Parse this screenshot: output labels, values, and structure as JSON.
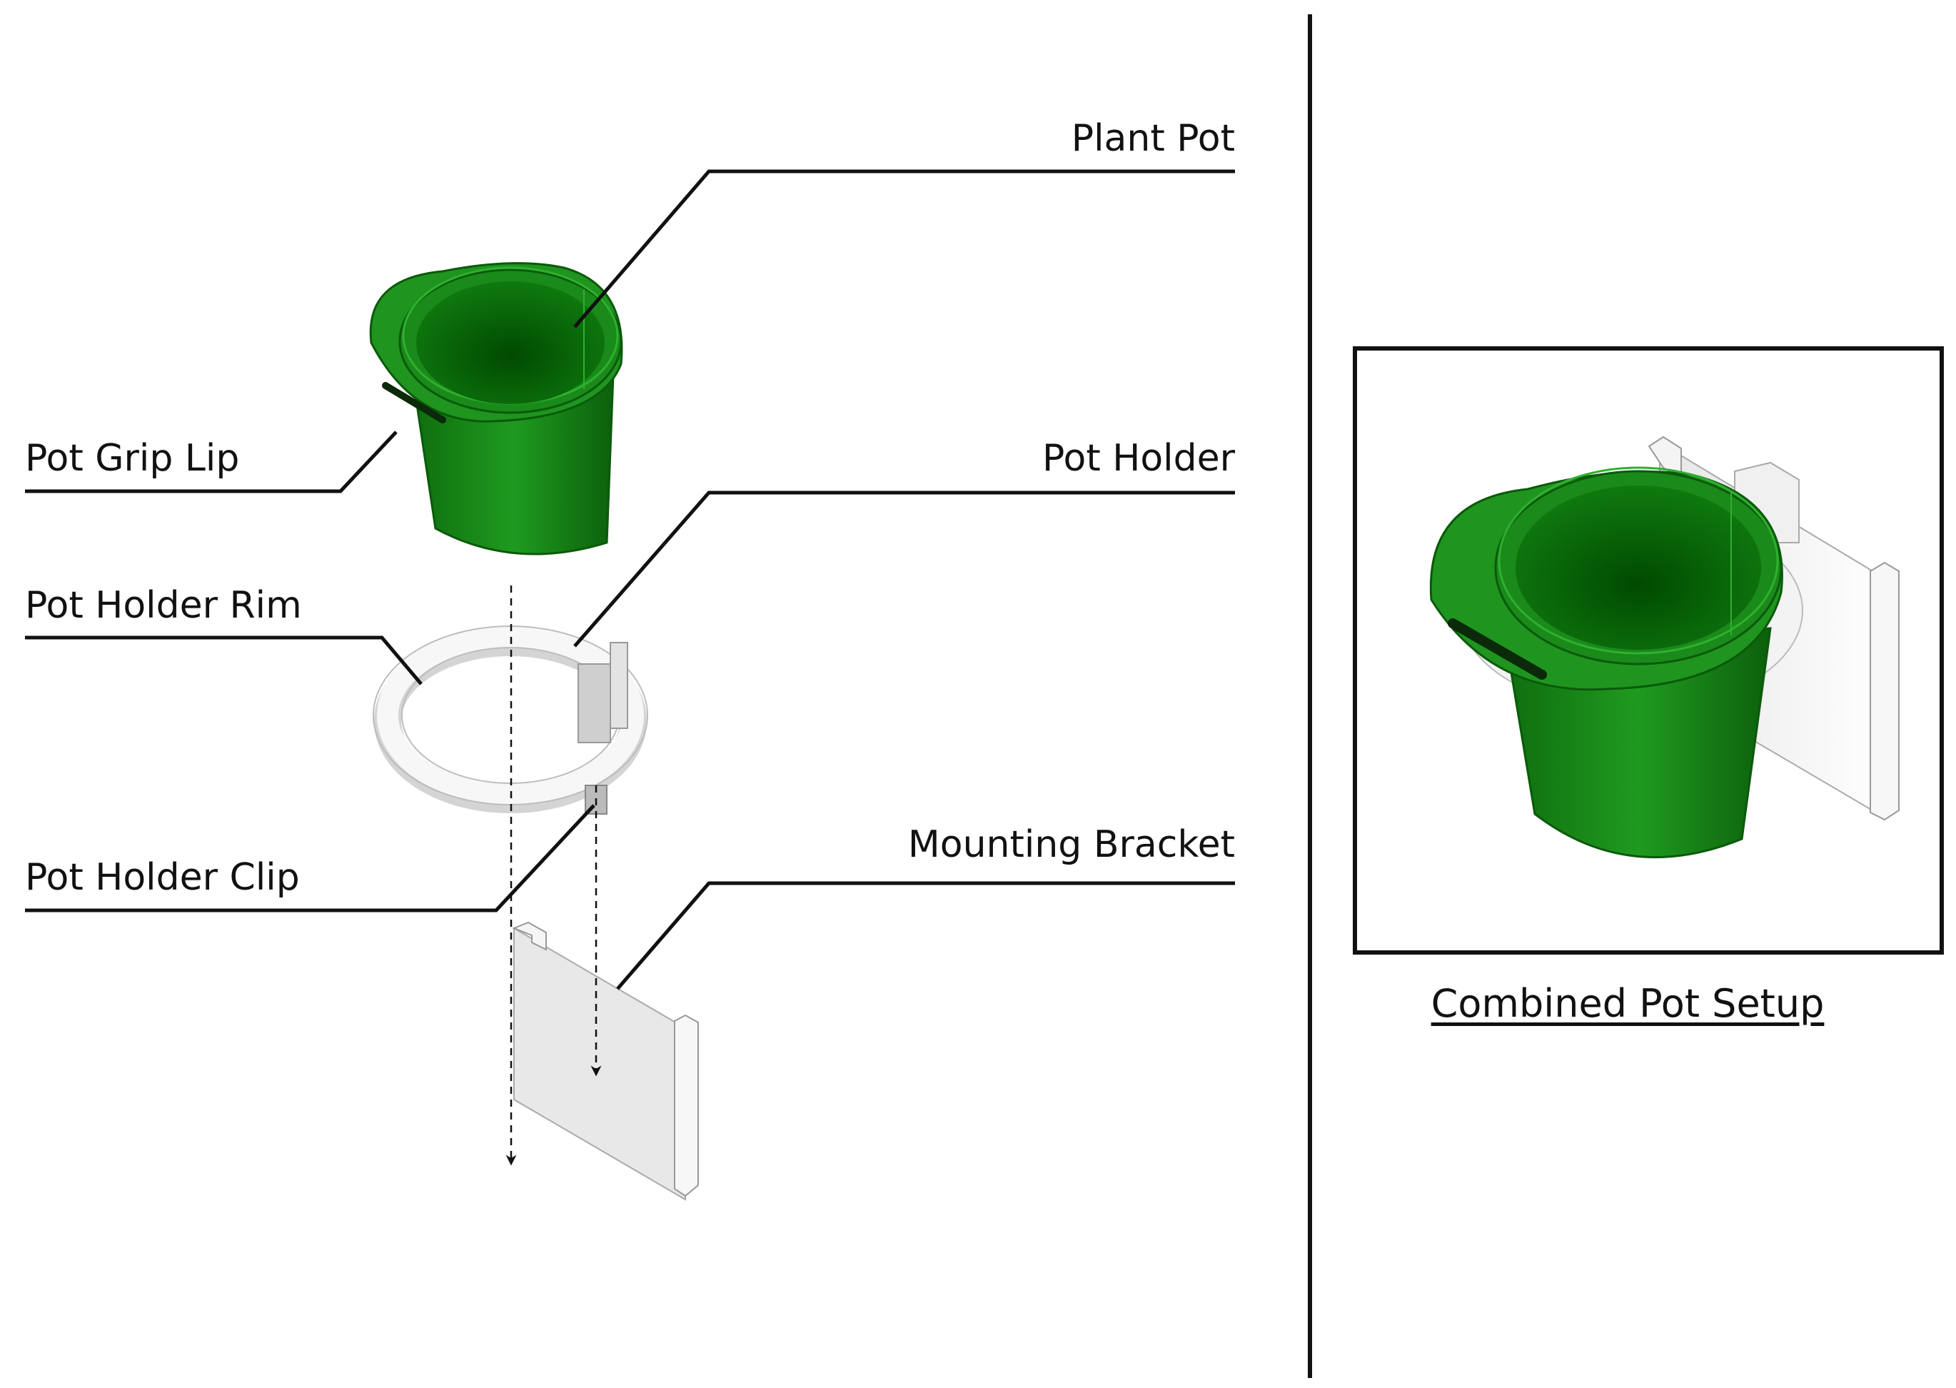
{
  "labels": {
    "plant_pot": "Plant Pot",
    "pot_grip_lip": "Pot Grip Lip",
    "pot_holder": "Pot Holder",
    "pot_holder_rim": "Pot Holder Rim",
    "pot_holder_clip": "Pot Holder Clip",
    "mounting_bracket": "Mounting Bracket"
  },
  "caption": "Combined Pot Setup",
  "colors": {
    "pot_green": "#1a8a1a",
    "pot_dark": "#005500",
    "holder_white": "#f2f2f2",
    "line": "#111111"
  }
}
